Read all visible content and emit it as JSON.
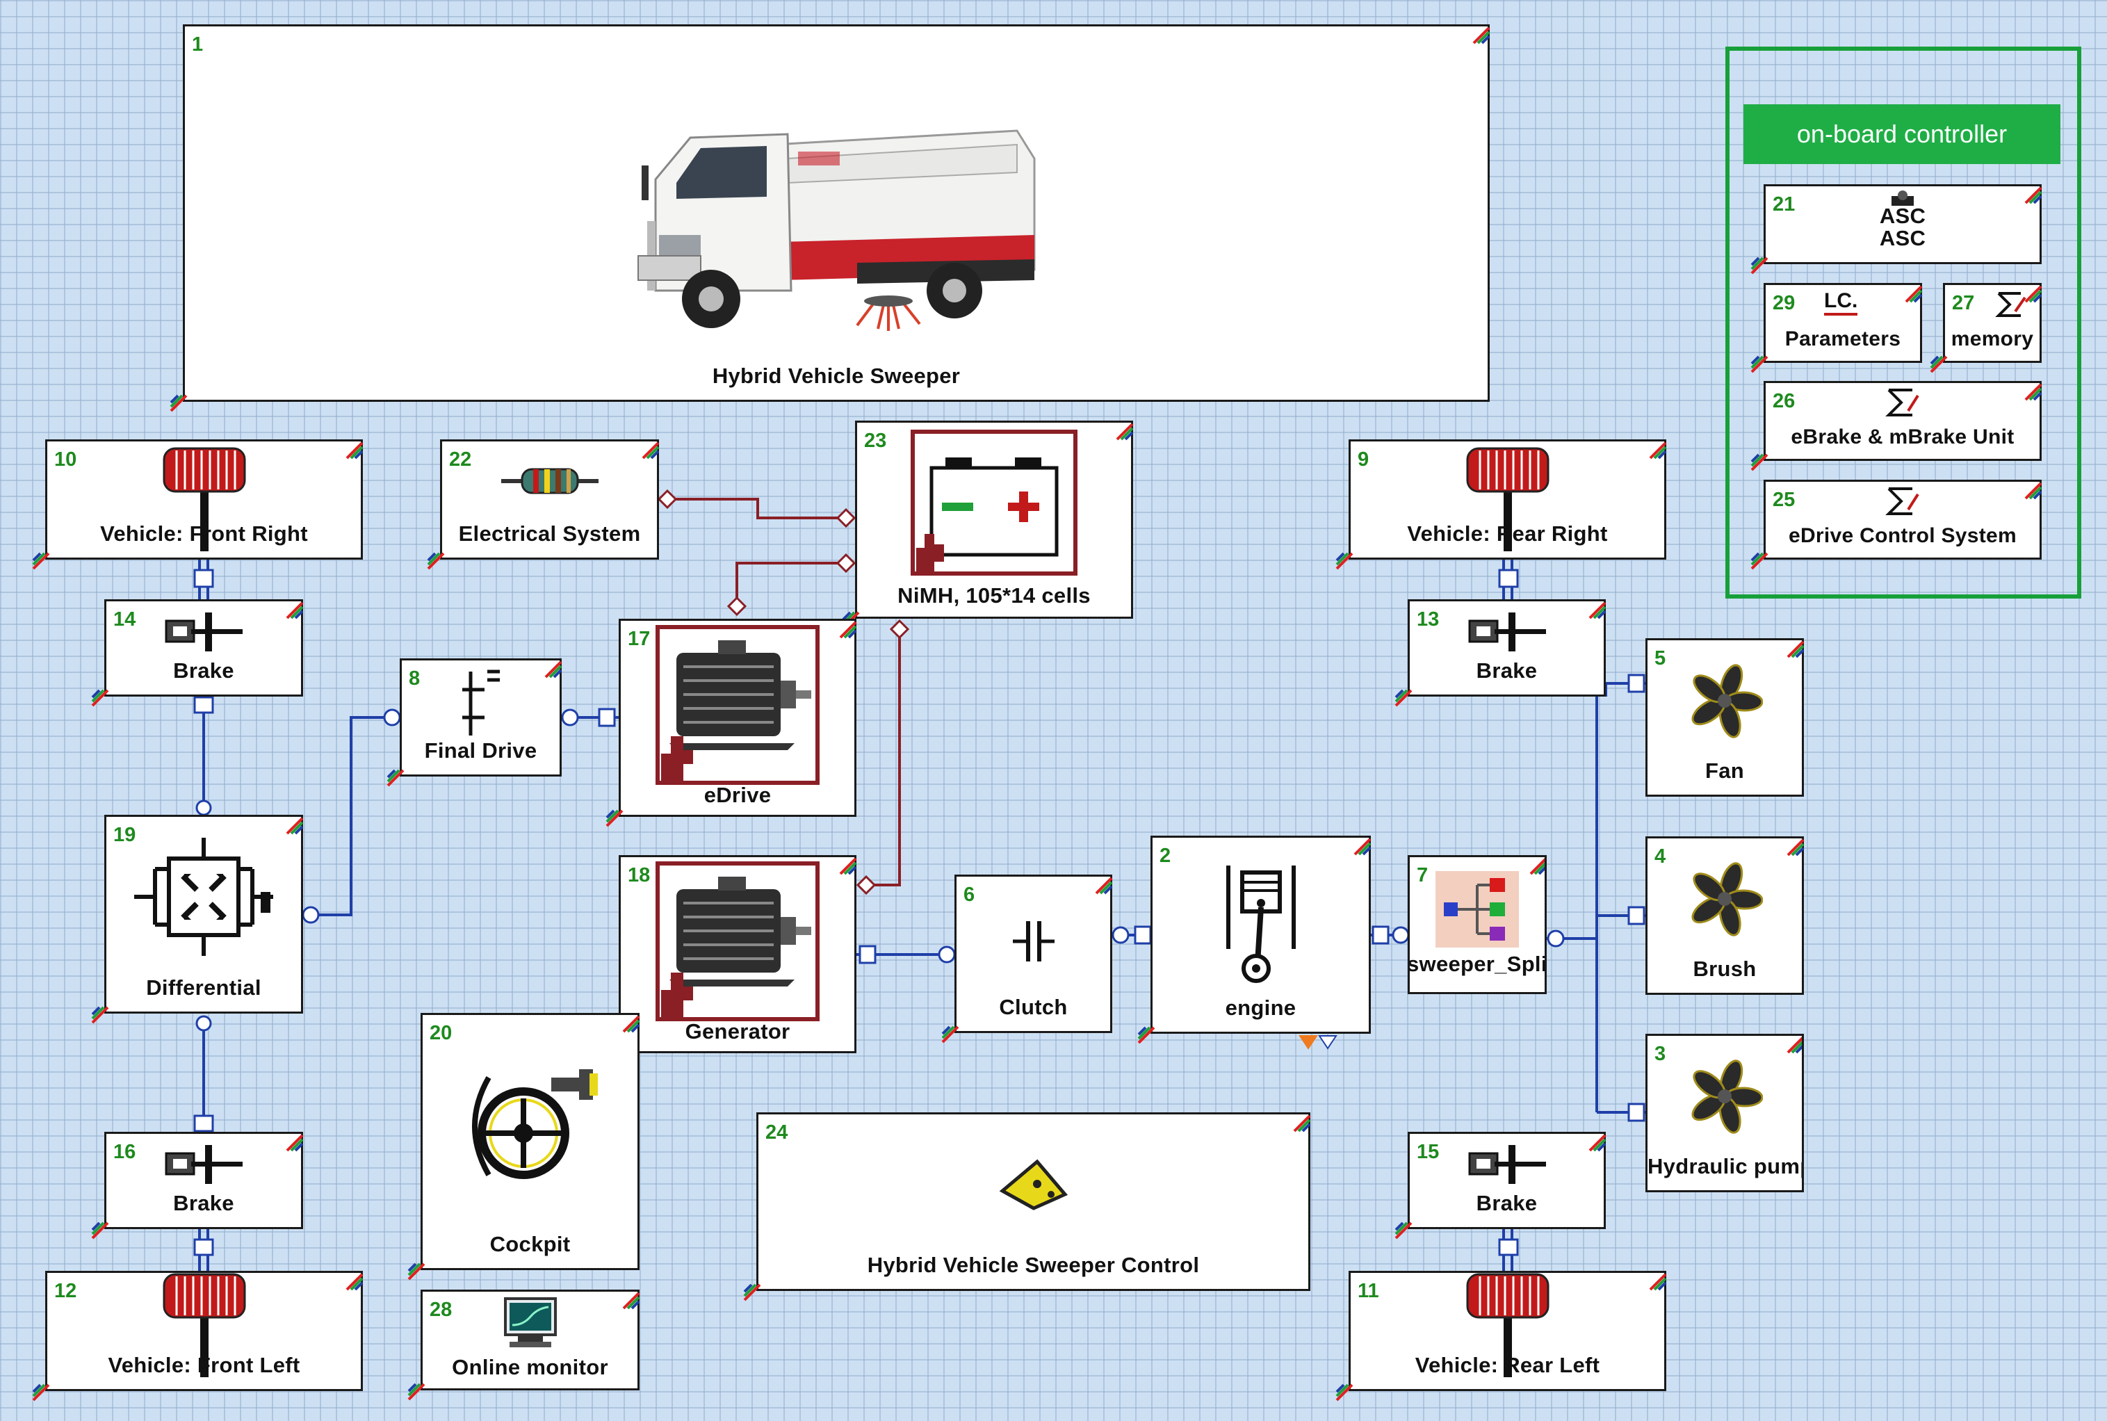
{
  "onboard_controller": {
    "title": "on-board controller"
  },
  "blocks": {
    "b1": {
      "num": "1",
      "label": "Hybrid Vehicle Sweeper",
      "icon": "sweeper-truck-photo"
    },
    "b10": {
      "num": "10",
      "label": "Vehicle: Front Right",
      "icon": "wheel-icon"
    },
    "b22": {
      "num": "22",
      "label": "Electrical System",
      "icon": "resistor-icon"
    },
    "b23": {
      "num": "23",
      "label": "NiMH, 105*14 cells",
      "icon": "battery-icon"
    },
    "b9": {
      "num": "9",
      "label": "Vehicle: Rear Right",
      "icon": "wheel-icon"
    },
    "b21": {
      "num": "21",
      "label_line1": "ASC",
      "label_line2": "ASC",
      "icon": "asc-icon"
    },
    "b29": {
      "num": "29",
      "label": "Parameters",
      "icon": "lc-parameters-icon",
      "icon_text": "LC."
    },
    "b27": {
      "num": "27",
      "label": "memory",
      "icon": "sigma-memory-icon"
    },
    "b26": {
      "num": "26",
      "label": "eBrake & mBrake Unit",
      "icon": "sigma-control-icon"
    },
    "b25": {
      "num": "25",
      "label": "eDrive Control System",
      "icon": "sigma-control-icon"
    },
    "b14": {
      "num": "14",
      "label": "Brake",
      "icon": "brake-icon"
    },
    "b8": {
      "num": "8",
      "label": "Final Drive",
      "icon": "gear-pair-icon"
    },
    "b17": {
      "num": "17",
      "label": "eDrive",
      "icon": "electric-motor-icon"
    },
    "b13": {
      "num": "13",
      "label": "Brake",
      "icon": "brake-icon"
    },
    "b5": {
      "num": "5",
      "label": "Fan",
      "icon": "fan-icon"
    },
    "b19": {
      "num": "19",
      "label": "Differential",
      "icon": "differential-icon"
    },
    "b18": {
      "num": "18",
      "label": "Generator",
      "icon": "electric-motor-icon"
    },
    "b6": {
      "num": "6",
      "label": "Clutch",
      "icon": "clutch-icon"
    },
    "b2": {
      "num": "2",
      "label": "engine",
      "icon": "piston-icon"
    },
    "b7": {
      "num": "7",
      "label": "sweeper_Split",
      "icon": "split-tree-icon"
    },
    "b4": {
      "num": "4",
      "label": "Brush",
      "icon": "fan-icon"
    },
    "b3": {
      "num": "3",
      "label": "Hydraulic pump",
      "icon": "fan-icon"
    },
    "b20": {
      "num": "20",
      "label": "Cockpit",
      "icon": "steering-wheel-icon"
    },
    "b24": {
      "num": "24",
      "label": "Hybrid Vehicle Sweeper Control",
      "icon": "cheese-wedge-icon"
    },
    "b16": {
      "num": "16",
      "label": "Brake",
      "icon": "brake-icon"
    },
    "b15": {
      "num": "15",
      "label": "Brake",
      "icon": "brake-icon"
    },
    "b12": {
      "num": "12",
      "label": "Vehicle: Front Left",
      "icon": "wheel-icon"
    },
    "b28": {
      "num": "28",
      "label": "Online monitor",
      "icon": "monitor-icon"
    },
    "b11": {
      "num": "11",
      "label": "Vehicle: Rear Left",
      "icon": "wheel-icon"
    }
  },
  "colors": {
    "mechanical_wire": "#1f3fa8",
    "electrical_wire": "#8a1f26",
    "block_number": "#1e8a1e",
    "controller_frame": "#17a03a",
    "motor_frame": "#8a1f26"
  }
}
